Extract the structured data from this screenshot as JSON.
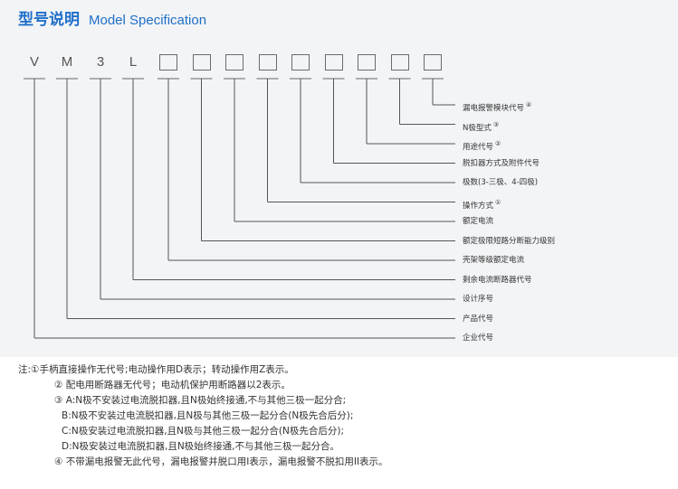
{
  "header": {
    "title_cn": "型号说明",
    "title_en": "Model Specification"
  },
  "code": {
    "letters": [
      "V",
      "M",
      "3",
      "L"
    ],
    "box_count": 9
  },
  "items": [
    {
      "label": "漏电报警模块代号",
      "sup": "④"
    },
    {
      "label": "N极型式",
      "sup": "③"
    },
    {
      "label": "用途代号",
      "sup": "②"
    },
    {
      "label": "脱扣器方式及附件代号",
      "sup": ""
    },
    {
      "label": "极数(3-三极、4-四极)",
      "sup": ""
    },
    {
      "label": "操作方式",
      "sup": "①"
    },
    {
      "label": "额定电流",
      "sup": ""
    },
    {
      "label": "额定极限短路分断能力级别",
      "sup": ""
    },
    {
      "label": "壳架等级额定电流",
      "sup": ""
    },
    {
      "label": "剩余电流断路器代号",
      "sup": ""
    },
    {
      "label": "设计序号",
      "sup": ""
    },
    {
      "label": "产品代号",
      "sup": ""
    },
    {
      "label": "企业代号",
      "sup": ""
    }
  ],
  "notes": {
    "prefix": "注:",
    "n1": "①手柄直接操作无代号;电动操作用D表示；转动操作用Z表示。",
    "n2": "② 配电用断路器无代号；电动机保护用断路器以2表示。",
    "n3a": "③ A:N极不安装过电流脱扣器,且N极始终接通,不与其他三极一起分合;",
    "n3b": "B:N极不安装过电流脱扣器,且N极与其他三极一起分合(N极先合后分);",
    "n3c": "C:N极安装过电流脱扣器,且N极与其他三极一起分合(N极先合后分);",
    "n3d": "D:N极安装过电流脱扣器,且N极始终接通,不与其他三极一起分合。",
    "n4": "④ 不带漏电报警无此代号，漏电报警并脱口用I表示，漏电报警不脱扣用II表示。"
  }
}
